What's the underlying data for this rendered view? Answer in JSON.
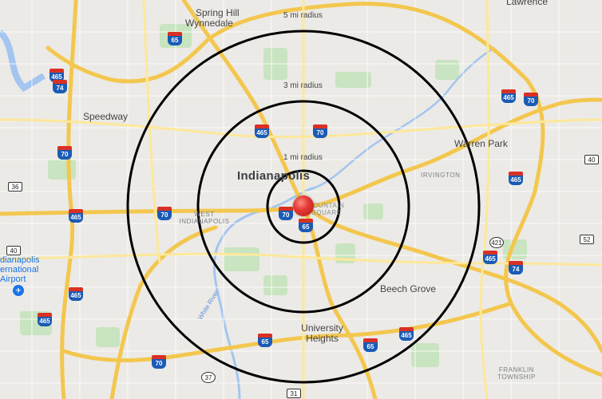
{
  "map": {
    "radius_labels": [
      "5 mi radius",
      "3 mi radius",
      "1 mi radius"
    ],
    "marker": "center-pin",
    "places": {
      "spring_hill": "Spring Hill",
      "wynnedale": "Wynnedale",
      "lawrence": "Lawrence",
      "speedway": "Speedway",
      "indianapolis": "Indianapolis",
      "warren_park": "Warren Park",
      "irvington": "IRVINGTON",
      "west_indianapolis": "WEST INDIANAPOLIS",
      "fountain_square": "FOUNTAIN SQUARE",
      "beech_grove": "Beech Grove",
      "university_heights": "University Heights",
      "franklin_township": "FRANKLIN TOWNSHIP",
      "airport": "dianapolis ernational Airport",
      "white_river": "White River"
    },
    "shields": {
      "interstate": [
        "465",
        "74",
        "65",
        "70",
        "465",
        "70",
        "465",
        "70",
        "65",
        "465",
        "65",
        "70",
        "465",
        "465",
        "465",
        "74",
        "70",
        "465",
        "65"
      ],
      "us": [
        "36",
        "40",
        "40",
        "52",
        "31"
      ],
      "state": [
        "421",
        "37"
      ]
    },
    "colors": {
      "background": "#eceae6",
      "highway": "#fbd668",
      "water": "#a3c5f0",
      "park": "#c9e4c0",
      "ring": "#000000",
      "pin": "#e53935"
    }
  }
}
